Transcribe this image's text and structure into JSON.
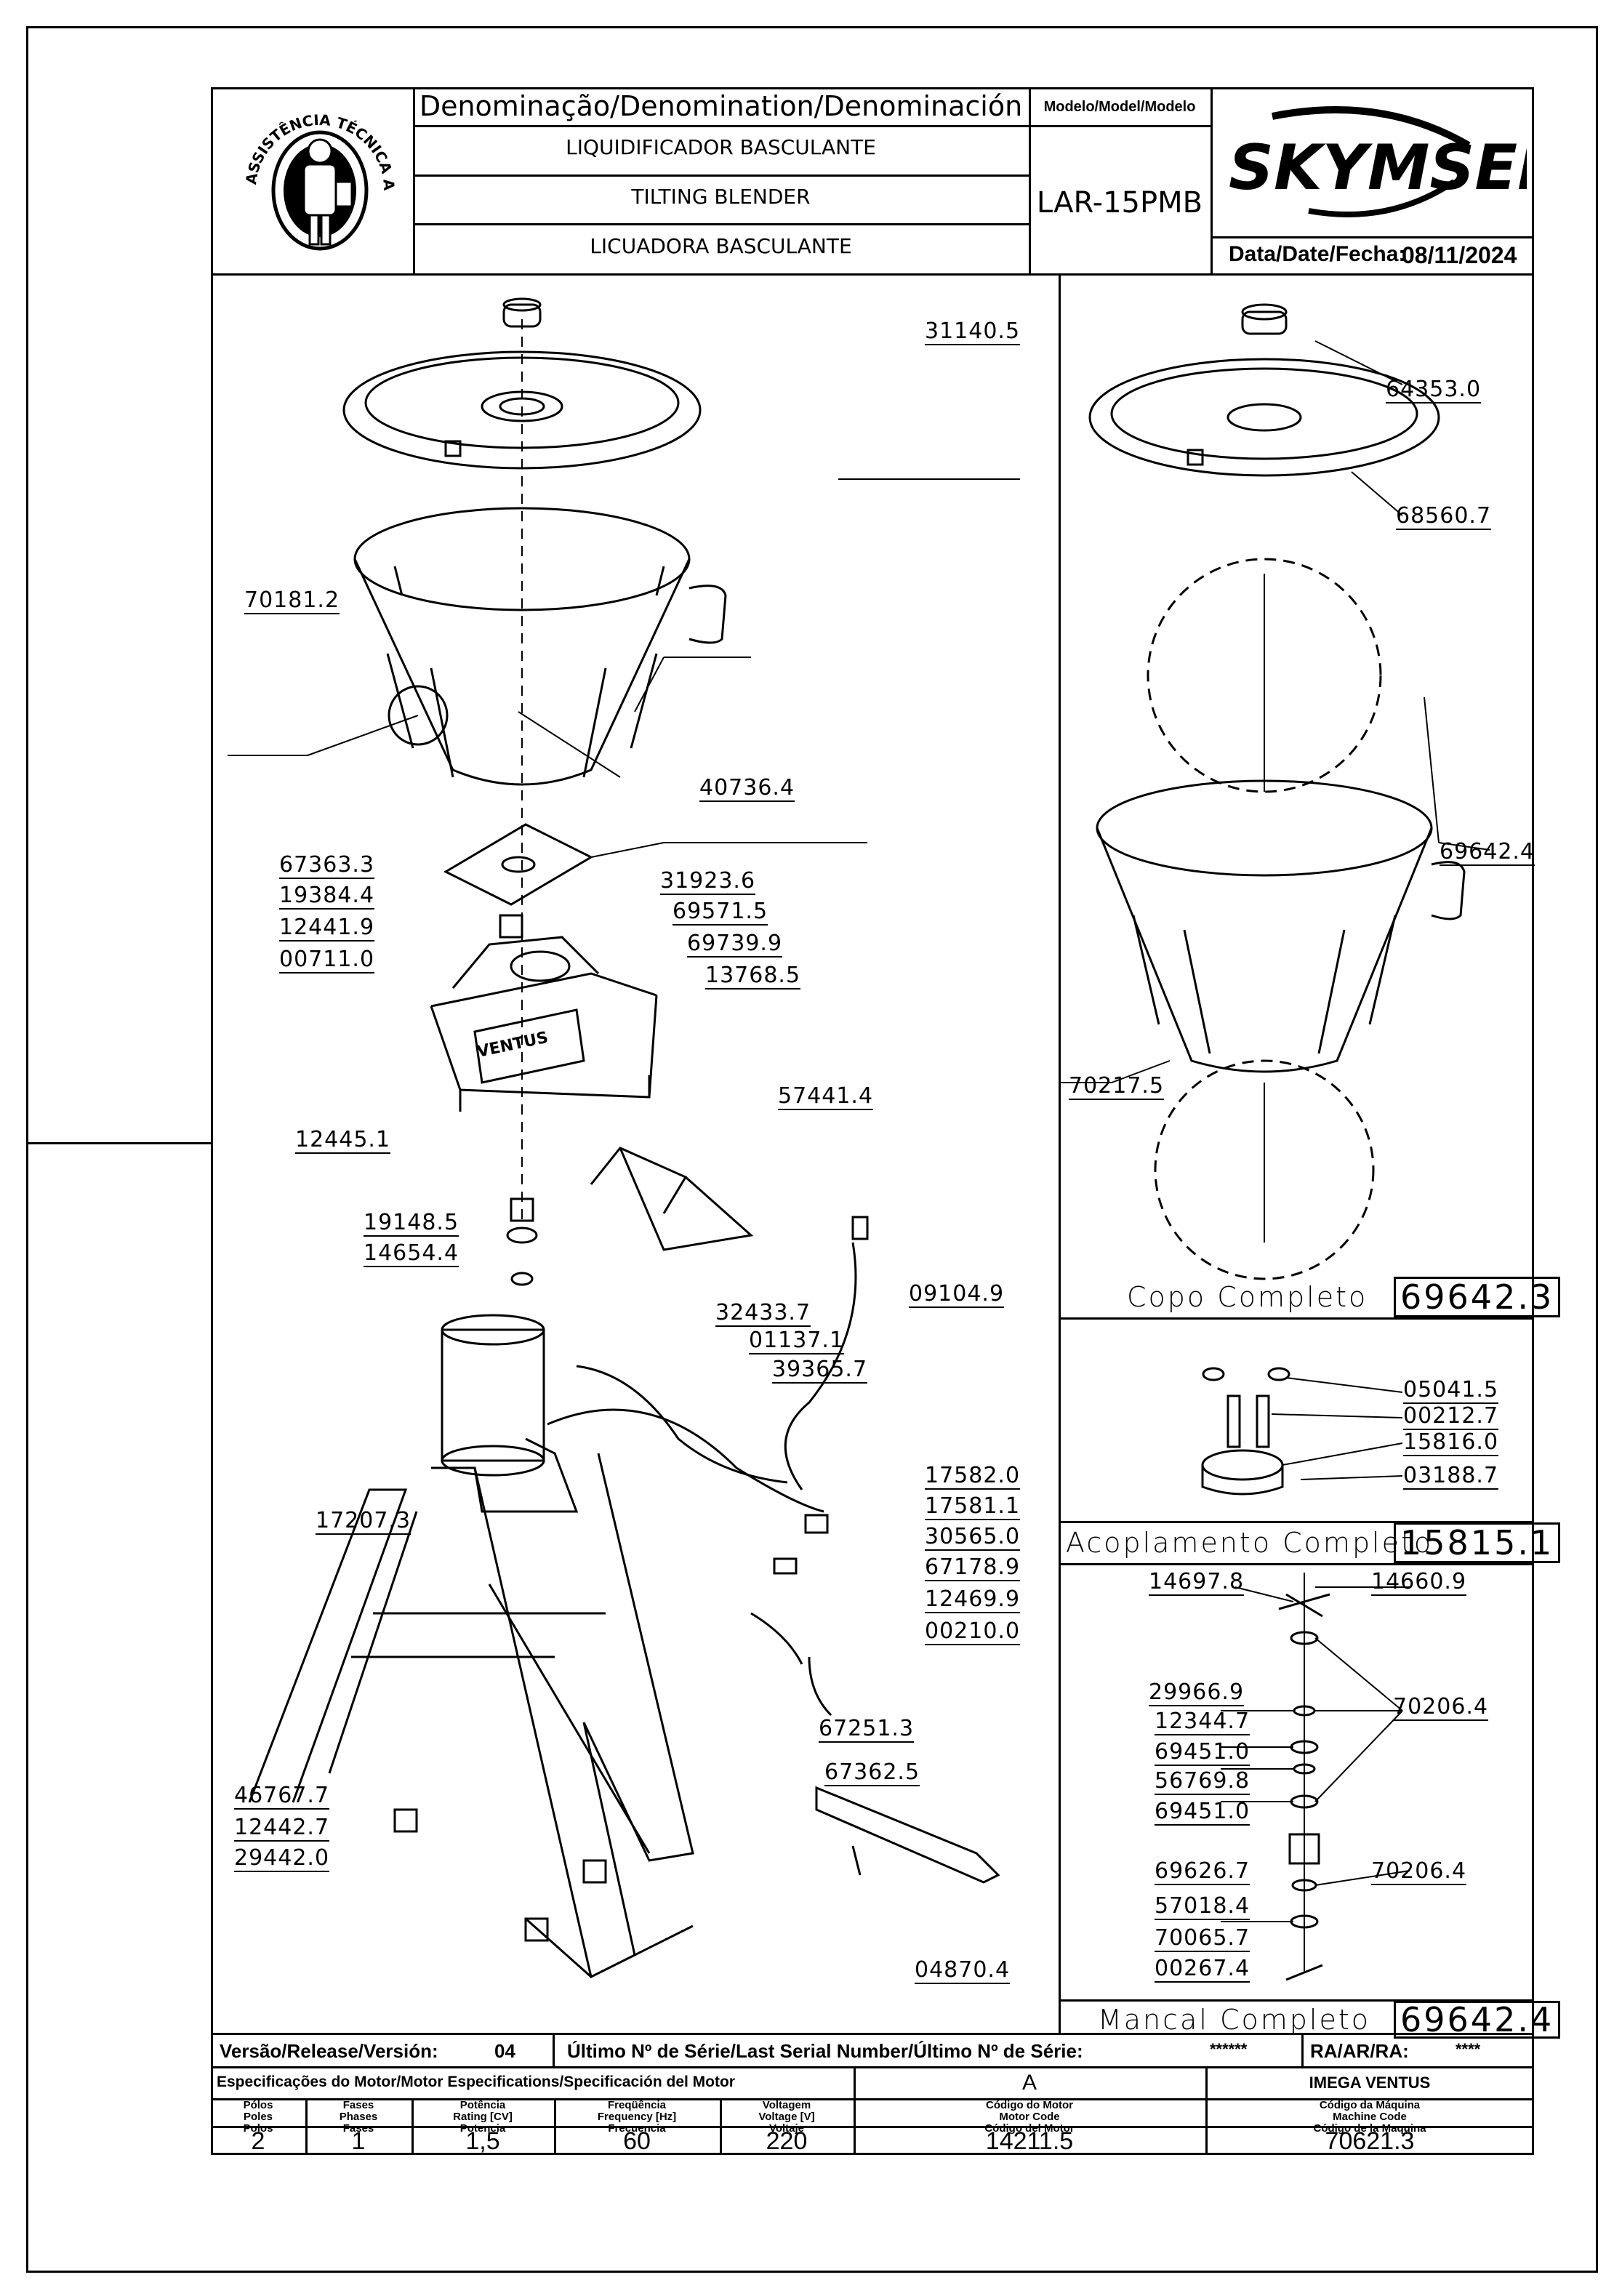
{
  "header": {
    "stamp_text": "ASSISTÊNCIA TÉCNICA AUTORIZADA",
    "denomination_label": "Denominação/Denomination/Denominación",
    "name_pt": "LIQUIDIFICADOR BASCULANTE",
    "name_en": "TILTING BLENDER",
    "name_es": "LICUADORA BASCULANTE",
    "model_label": "Modelo/Model/Modelo",
    "model": "LAR-15PMB",
    "brand": "SKYMSEN",
    "date_label": "Data/Date/Fecha:",
    "date": "08/11/2024"
  },
  "main_parts": [
    "31140.5",
    "70181.2",
    "40736.4",
    "67363.3",
    "19384.4",
    "12441.9",
    "00711.0",
    "31923.6",
    "69571.5",
    "69739.9",
    "13768.5",
    "12445.1",
    "57441.4",
    "19148.5",
    "14654.4",
    "09104.9",
    "32433.7",
    "01137.1",
    "39365.7",
    "17582.0",
    "17581.1",
    "30565.0",
    "17207.3",
    "67178.9",
    "12469.9",
    "00210.0",
    "67251.3",
    "67362.5",
    "46767.7",
    "12442.7",
    "29442.0",
    "04870.4"
  ],
  "motor_label": "VENTUS",
  "copo": {
    "title": "Copo Completo",
    "code": "69642.3",
    "parts": [
      "64353.0",
      "68560.7",
      "69642.4",
      "70217.5"
    ]
  },
  "acoplamento": {
    "title": "Acoplamento Completo",
    "code": "15815.1",
    "parts": [
      "05041.5",
      "00212.7",
      "15816.0",
      "03188.7"
    ]
  },
  "mancal": {
    "title": "Mancal Completo",
    "code": "69642.4",
    "parts": [
      "14697.8",
      "14660.9",
      "70206.4",
      "29966.9",
      "12344.7",
      "69451.0",
      "56769.8",
      "69451.0",
      "70206.4",
      "69626.7",
      "57018.4",
      "70065.7",
      "00267.4"
    ]
  },
  "footer": {
    "version_label": "Versão/Release/Versión:",
    "version": "04",
    "serial_label": "Último Nº de Série/Last Serial Number/Último Nº de Série:",
    "serial": "******",
    "ra_label": "RA/AR/RA:",
    "ra": "****",
    "motor_spec_label": "Especificações do Motor/Motor Especifications/Specificación del Motor",
    "motor_rev": "A",
    "maker": "IMEGA VENTUS",
    "col_poles": "Pólos\nPoles\nPolos",
    "col_phases": "Fases\nPhases\nFases",
    "col_power": "Potência\nRating [CV]\nPotencia",
    "col_freq": "Freqüência\nFrequency [Hz]\nFrecuencia",
    "col_voltage": "Voltagem\nVoltage [V]\nVoltaje",
    "col_motor_code": "Código do Motor\nMotor Code\nCódigo del Motor",
    "col_machine_code": "Código da Máquina\nMachine Code\nCódigo de la Maquina",
    "poles": "2",
    "phases": "1",
    "power": "1,5",
    "frequency": "60",
    "voltage": "220",
    "motor_code": "14211.5",
    "machine_code": "70621.3"
  }
}
